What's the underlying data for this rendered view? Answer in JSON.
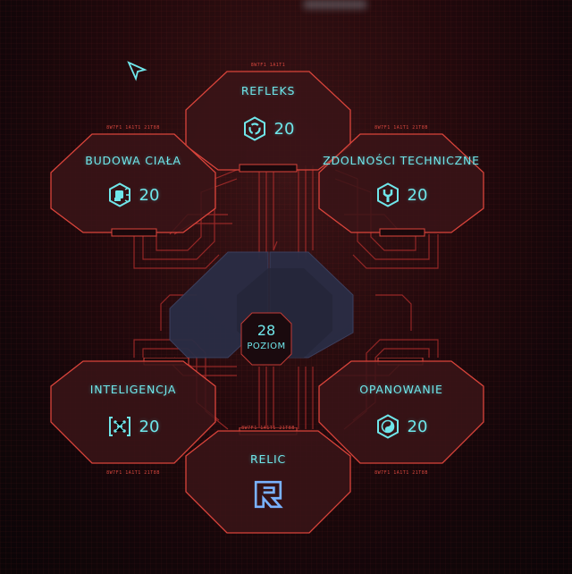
{
  "attributes": [
    {
      "id": "reflex",
      "label": "REFLEKS",
      "value": "20",
      "code": "8W7F1 1A1T1",
      "icon": "reflex-icon"
    },
    {
      "id": "body",
      "label": "BUDOWA CIAŁA",
      "value": "20",
      "code": "8W7F1 1A1T1 21T8B",
      "icon": "body-fist-icon"
    },
    {
      "id": "tech",
      "label": "ZDOLNOŚCI TECHNICZNE",
      "value": "20",
      "code": "8W7F1 1A1T1 21T8B",
      "icon": "technical-wrench-icon"
    },
    {
      "id": "intelligence",
      "label": "INTELIGENCJA",
      "value": "20",
      "code": "8W7F1 1A1T1 21T8B",
      "icon": "intelligence-brain-icon"
    },
    {
      "id": "cool",
      "label": "OPANOWANIE",
      "value": "20",
      "code": "8W7F1 1A1T1 21T8B",
      "icon": "cool-yin-yang-icon"
    },
    {
      "id": "relic",
      "label": "RELIC",
      "value": "",
      "code": "8W7F1 1A1T1 21T8B",
      "icon": "relic-logo-icon"
    }
  ],
  "level": {
    "value": "28",
    "label": "POZIOM"
  },
  "colors": {
    "accent": "#6fe6ea",
    "frame": "#e0473f",
    "relic": "#79b2ff",
    "background": "#1a080b"
  },
  "cursor_icon": "pointer-arrow-icon"
}
